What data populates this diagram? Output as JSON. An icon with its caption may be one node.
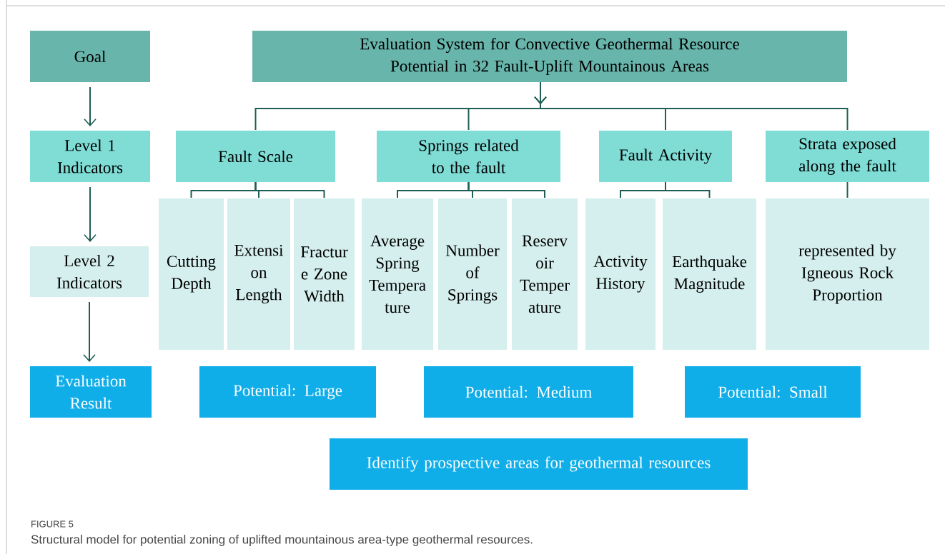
{
  "diagram": {
    "caption": "Structural model for potential zoning of uplifted mountainous area-type geothermal resources.",
    "nodes": [
      {
        "text": [
          "Goal"
        ]
      },
      {
        "text": [
          "Level 1 Indicators"
        ]
      },
      {
        "text": [
          "Level 2 Indicators"
        ]
      },
      {
        "text": [
          "Evaluation Result"
        ]
      },
      {
        "text": [
          "Evaluation System for Convective Geothermal Resource Potential in 32 Fault-Uplift Mountainous Areas"
        ]
      },
      {
        "text": [
          "Fault Scale"
        ]
      },
      {
        "text": [
          "Springs related to the fault"
        ]
      },
      {
        "text": [
          "Fault Activity"
        ]
      },
      {
        "text": [
          "Strata exposed along the fault"
        ]
      },
      {
        "text": [
          "Cutting Depth"
        ]
      },
      {
        "text": [
          "Extensi on Length"
        ]
      },
      {
        "text": [
          "Fractur e Zone Width"
        ]
      },
      {
        "text": [
          "Average Spring Tempera ture"
        ]
      },
      {
        "text": [
          "Number of Springs"
        ]
      },
      {
        "text": [
          "Reserv oir Temper ature"
        ]
      },
      {
        "text": [
          "Activity History"
        ]
      },
      {
        "text": [
          "Earthquake Magnitude"
        ]
      },
      {
        "text": [
          "represented by Igneous Rock Proportion"
        ]
      },
      {
        "text": [
          "Potential: Large"
        ]
      },
      {
        "text": [
          "Potential: Medium"
        ]
      },
      {
        "text": [
          "Potential: Small"
        ]
      },
      {
        "text": [
          "Identify prospective areas for geothermal resources"
        ]
      }
    ],
    "edges": [
      {
        "from": 0,
        "to": 1,
        "arrow": "to"
      },
      {
        "from": 1,
        "to": 2,
        "arrow": "to"
      },
      {
        "from": 2,
        "to": 3,
        "arrow": "to"
      },
      {
        "from": 4,
        "to": 5,
        "arrow": "to"
      },
      {
        "from": 4,
        "to": 6,
        "arrow": "to"
      },
      {
        "from": 4,
        "to": 7,
        "arrow": "to"
      },
      {
        "from": 4,
        "to": 8,
        "arrow": "to"
      },
      {
        "from": 5,
        "to": 9,
        "arrow": "none"
      },
      {
        "from": 5,
        "to": 10,
        "arrow": "none"
      },
      {
        "from": 5,
        "to": 11,
        "arrow": "none"
      },
      {
        "from": 6,
        "to": 12,
        "arrow": "none"
      },
      {
        "from": 6,
        "to": 13,
        "arrow": "none"
      },
      {
        "from": 6,
        "to": 14,
        "arrow": "none"
      },
      {
        "from": 7,
        "to": 15,
        "arrow": "none"
      },
      {
        "from": 7,
        "to": 16,
        "arrow": "none"
      },
      {
        "from": 8,
        "to": 17,
        "arrow": "none"
      }
    ],
    "labels": [
      "FIGURE 5"
    ]
  }
}
